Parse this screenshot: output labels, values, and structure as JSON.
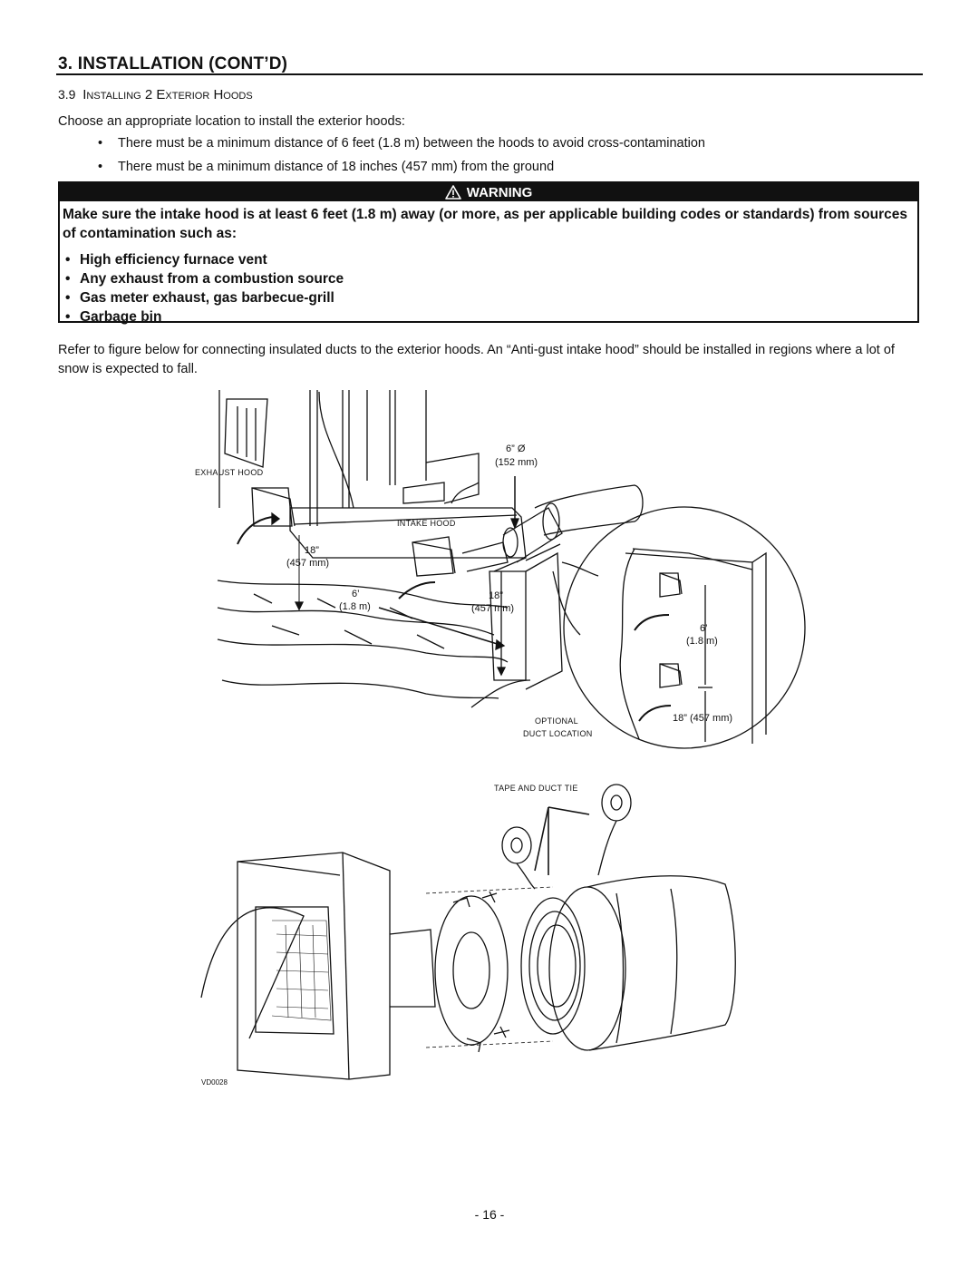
{
  "section": {
    "number": "3.",
    "title": "Installation",
    "title_suffix": "(cont’d)"
  },
  "subsection": {
    "number": "3.9",
    "title": "Installing 2 Exterior Hoods"
  },
  "intro": "Choose an appropriate location to install the exterior hoods:",
  "bullets": [
    "There must be a minimum distance of 6 feet (1.8 m) between the hoods to avoid cross-contamination",
    "There must be a minimum distance of 18 inches (457 mm) from the ground"
  ],
  "warning": {
    "heading": "WARNING",
    "text": "Make sure the intake hood is at least 6 feet (1.8 m) away (or more, as per applicable building codes or standards) from sources of contamination such as:",
    "items": [
      "High efficiency furnace vent",
      "Any exhaust from a combustion source",
      "Gas meter exhaust, gas barbecue-grill",
      "Garbage bin"
    ]
  },
  "refer_text": "Refer to figure below for connecting insulated ducts to the exterior hoods. An “Anti-gust intake hood” should be installed in regions where a lot of snow is expected to fall.",
  "figure": {
    "labels": {
      "exhaust_hood": "Exhaust hood",
      "intake_hood": "Intake hood",
      "diameter": "6” Ø",
      "diameter_metric": "(152 mm)",
      "height_18": "18”",
      "height_18_metric": "(457 mm)",
      "dist_6": "6’",
      "dist_6_metric": "(1.8 m)",
      "height_18_b": "18”",
      "height_18_b_metric": "(457 mm)",
      "optional_1": "Optional",
      "optional_2": "duct location",
      "inset_6": "6’",
      "inset_6_metric": "(1.8 m)",
      "inset_18": "18” (457 mm)",
      "tape": "Tape and duct tie",
      "code": "VD0028"
    }
  },
  "page_number": "- 16 -"
}
